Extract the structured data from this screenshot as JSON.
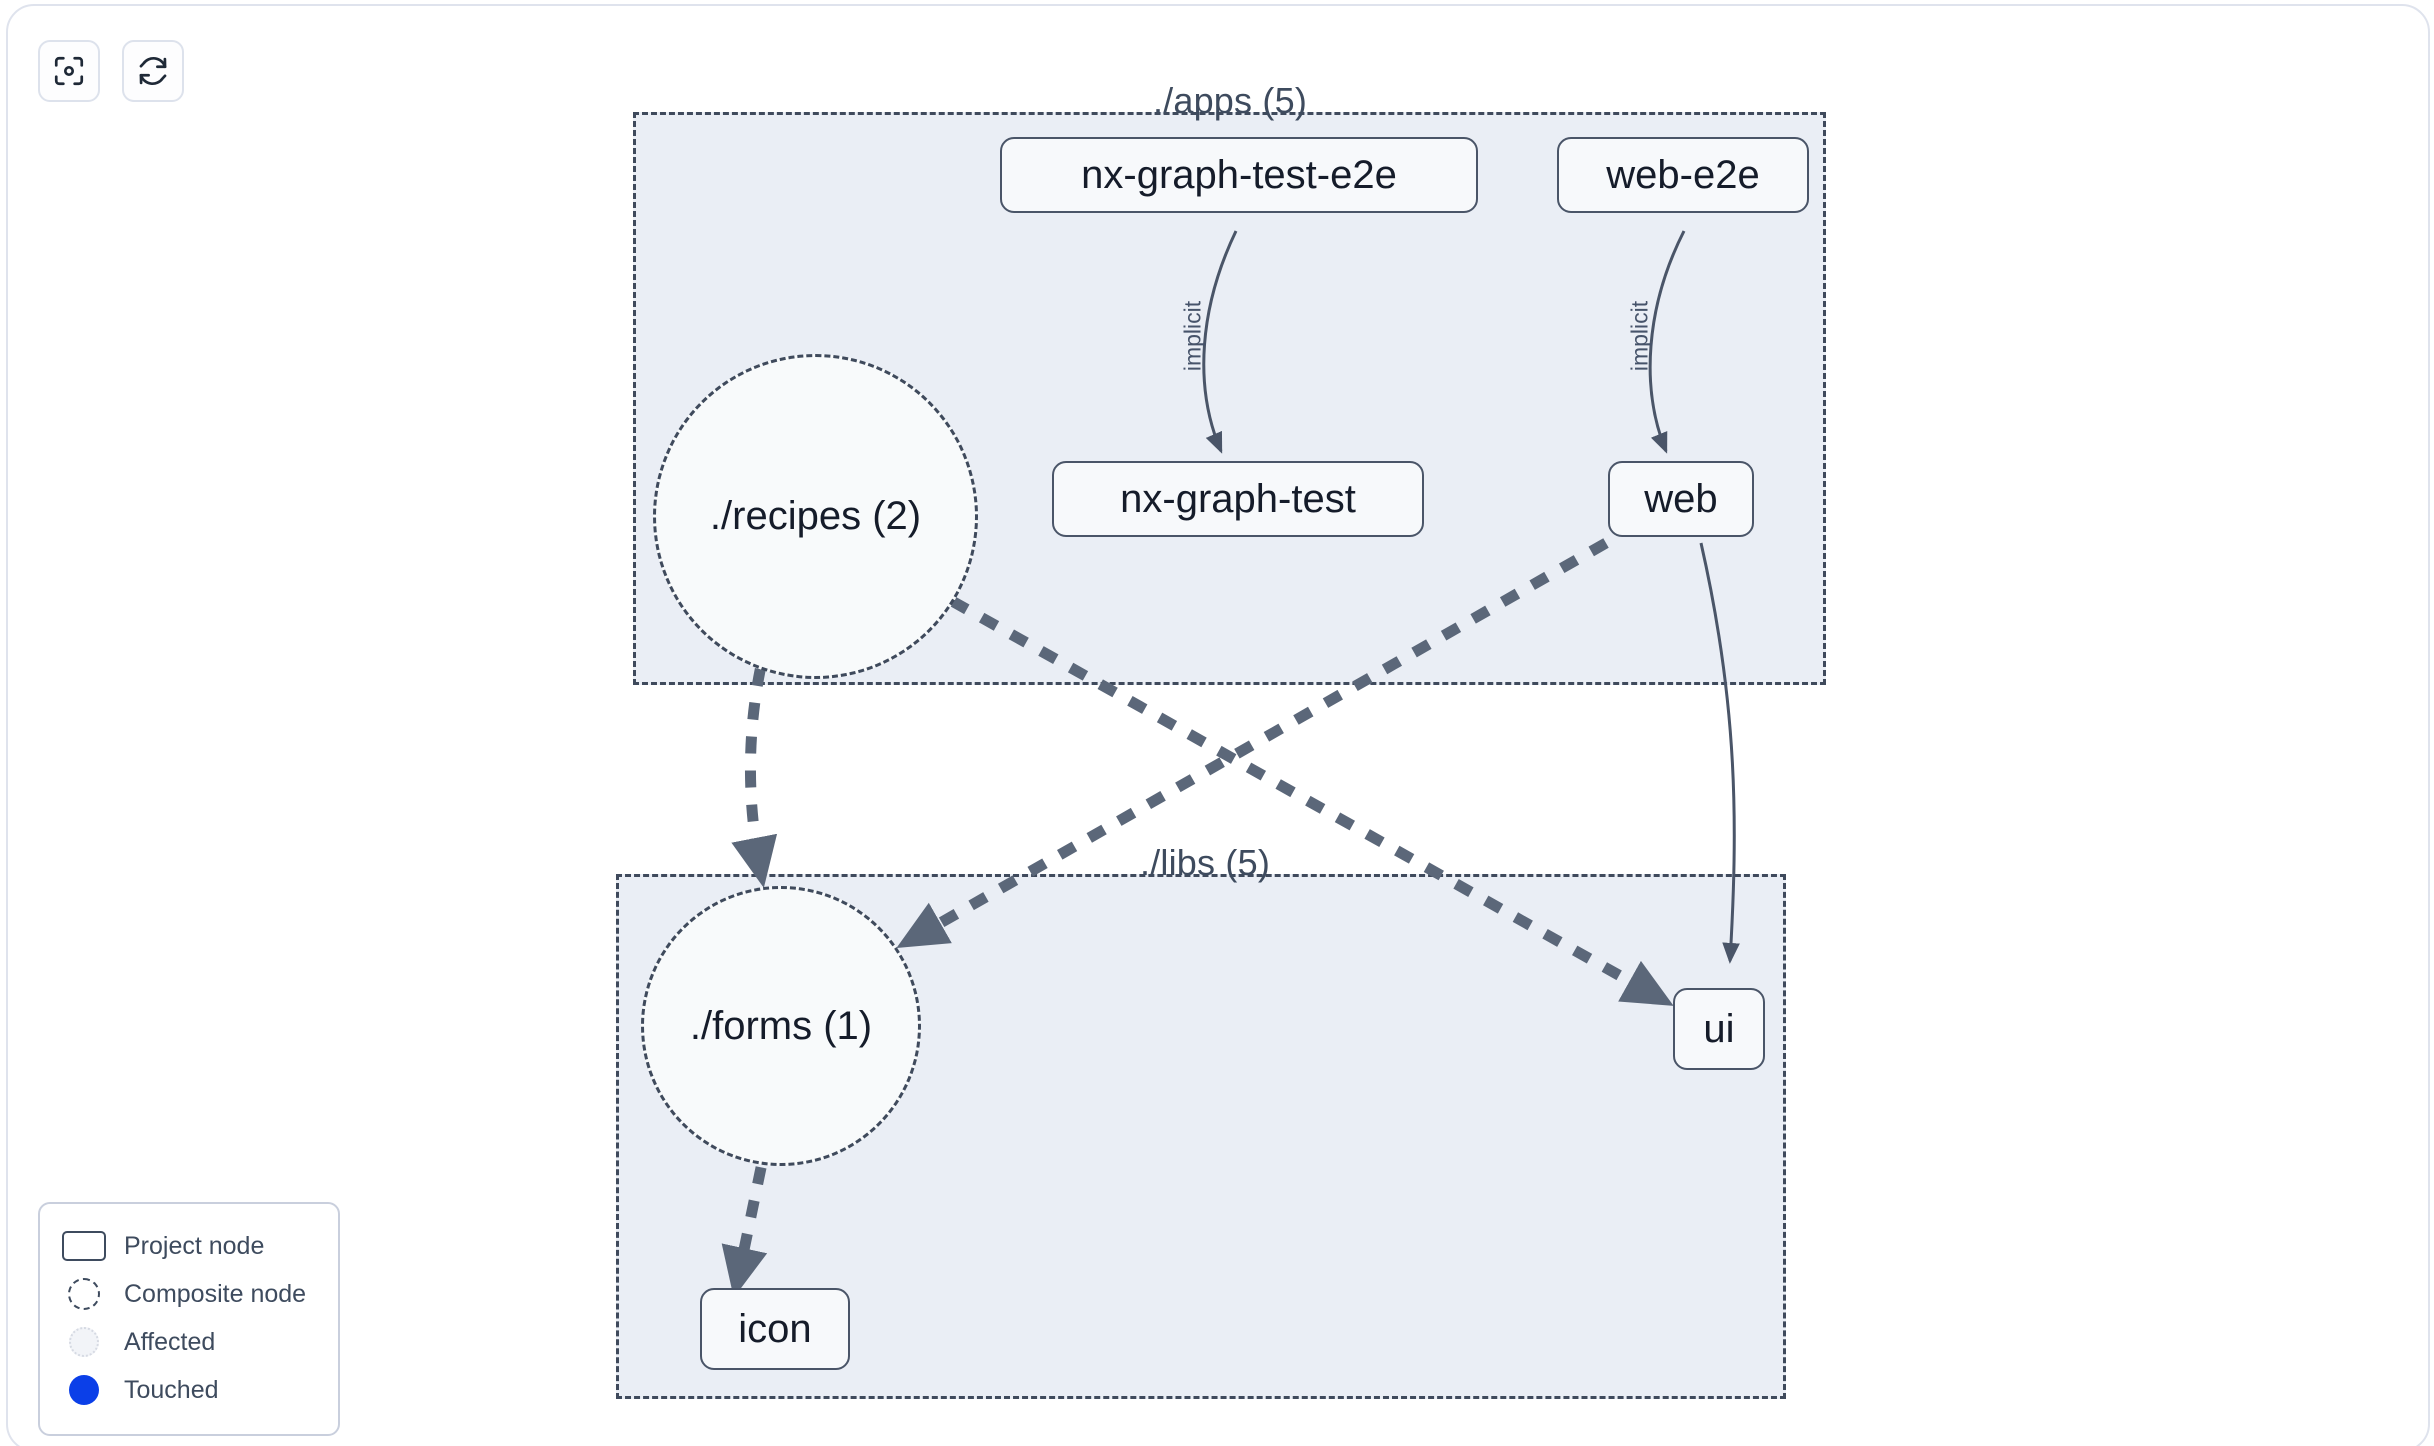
{
  "toolbar": {
    "buttons": [
      {
        "name": "focus-graph-button",
        "icon": "viewfinder-icon",
        "label": ""
      },
      {
        "name": "refresh-graph-button",
        "icon": "refresh-icon",
        "label": ""
      }
    ]
  },
  "graph": {
    "groups": [
      {
        "id": "apps",
        "label": "./apps (5)"
      },
      {
        "id": "libs",
        "label": "./libs (5)"
      }
    ],
    "composite_nodes": [
      {
        "id": "recipes",
        "label": "./recipes (2)"
      },
      {
        "id": "forms",
        "label": "./forms (1)"
      }
    ],
    "project_nodes": [
      {
        "id": "nx-graph-test-e2e",
        "label": "nx-graph-test-e2e"
      },
      {
        "id": "web-e2e",
        "label": "web-e2e"
      },
      {
        "id": "nx-graph-test",
        "label": "nx-graph-test"
      },
      {
        "id": "web",
        "label": "web"
      },
      {
        "id": "ui",
        "label": "ui"
      },
      {
        "id": "icon",
        "label": "icon"
      }
    ],
    "edges": [
      {
        "from": "nx-graph-test-e2e",
        "to": "nx-graph-test",
        "label": "implicit",
        "style": "solid"
      },
      {
        "from": "web-e2e",
        "to": "web",
        "label": "implicit",
        "style": "solid"
      },
      {
        "from": "recipes",
        "to": "forms",
        "label": "",
        "style": "dashed"
      },
      {
        "from": "recipes",
        "to": "ui",
        "label": "",
        "style": "dashed"
      },
      {
        "from": "web",
        "to": "forms",
        "label": "",
        "style": "dashed"
      },
      {
        "from": "web",
        "to": "ui",
        "label": "",
        "style": "solid"
      },
      {
        "from": "forms",
        "to": "icon",
        "label": "",
        "style": "dashed"
      }
    ]
  },
  "legend": {
    "items": [
      {
        "swatch": "project-node-swatch",
        "label": "Project node"
      },
      {
        "swatch": "composite-node-swatch",
        "label": "Composite node"
      },
      {
        "swatch": "affected-swatch",
        "label": "Affected"
      },
      {
        "swatch": "touched-swatch",
        "label": "Touched"
      }
    ]
  },
  "colors": {
    "edge": "#4a5568",
    "group_fill": "#eaeef5",
    "group_border": "#3f4a5c",
    "node_fill": "#f7f9fb",
    "node_border": "#4a5568",
    "text": "#151c2a",
    "touched": "#0b3fe8",
    "panel_border": "#dfe3ed"
  }
}
